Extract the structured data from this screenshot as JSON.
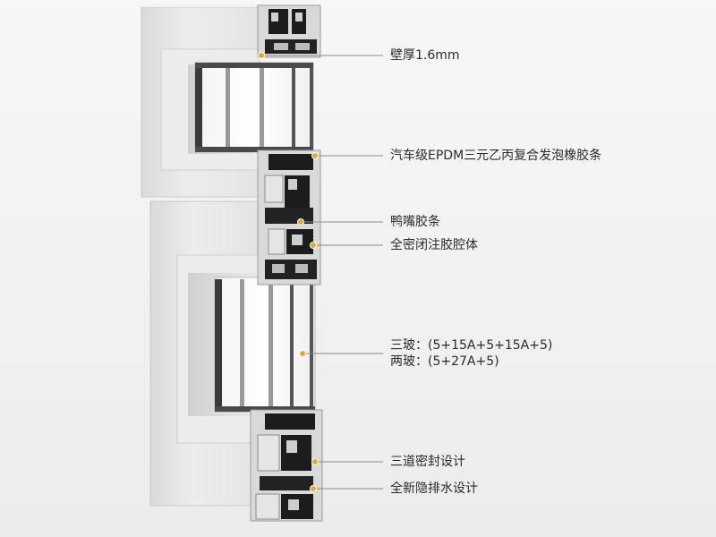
{
  "callouts": [
    {
      "id": "wall",
      "text": "壁厚1.6mm"
    },
    {
      "id": "epdm",
      "text": "汽车级EPDM三元乙丙复合发泡橡胶条"
    },
    {
      "id": "duckbill",
      "text": "鸭嘴胶条"
    },
    {
      "id": "cavity",
      "text": "全密闭注胶腔体"
    },
    {
      "id": "glass_triple",
      "text": "三玻：(5+15A+5+15A+5)"
    },
    {
      "id": "glass_double",
      "text": "两玻：(5+27A+5)"
    },
    {
      "id": "seal",
      "text": "三道密封设计"
    },
    {
      "id": "drain",
      "text": "全新隐排水设计"
    }
  ],
  "colors": {
    "accent_dot": "#e8a530",
    "leader_line": "#8a8a8a",
    "profile_face": "#e6e7e8",
    "profile_dark": "#1a1a1a"
  }
}
